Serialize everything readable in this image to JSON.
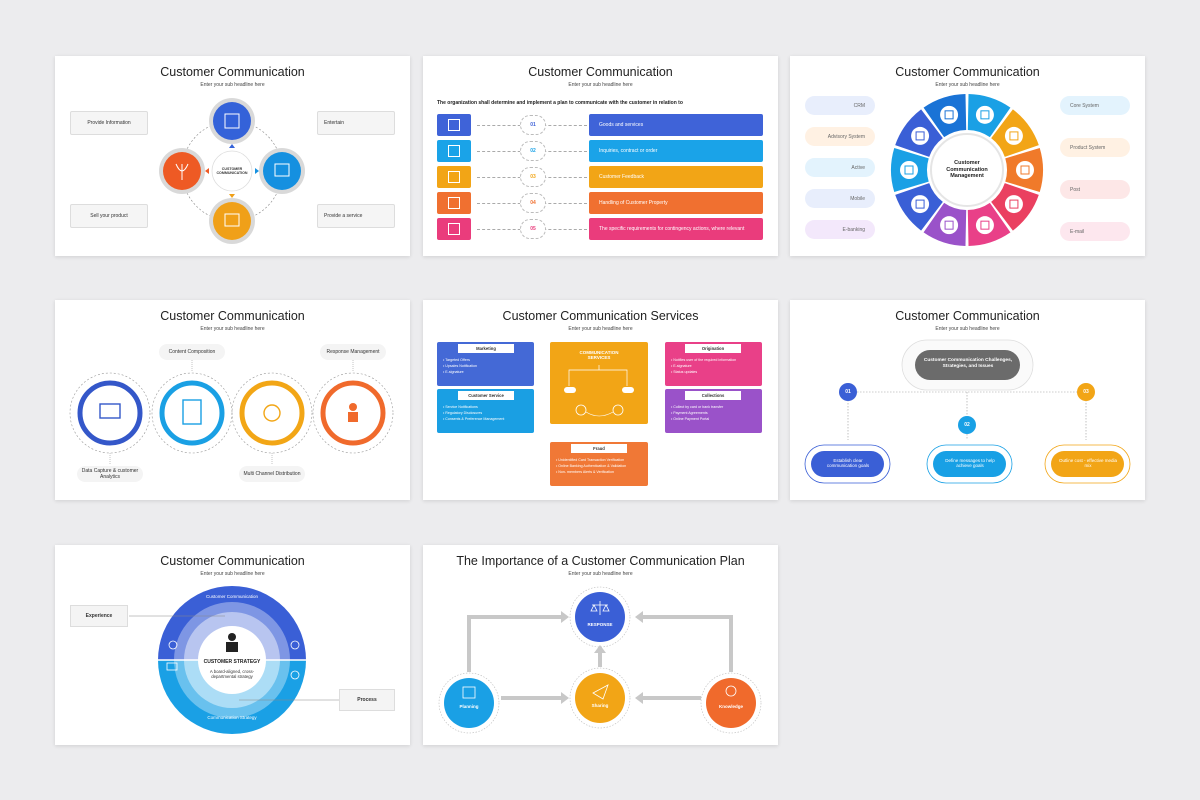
{
  "common": {
    "title": "Customer Communication",
    "subtitle": "Enter your sub headline here"
  },
  "slide1": {
    "center": "CUSTOMER COMMUNICATION",
    "labels": [
      "Provide Information",
      "Entertain",
      "Sell your product",
      "Provide a service"
    ]
  },
  "slide2": {
    "intro": "The organization shall determine and implement a plan to communicate with the customer in relation to",
    "rows": [
      {
        "num": "01",
        "text": "Goods and services",
        "color": "#3f63d8"
      },
      {
        "num": "02",
        "text": "Inquiries, contract or order",
        "color": "#1aa3e8"
      },
      {
        "num": "03",
        "text": "Customer Feedback",
        "color": "#f2a516"
      },
      {
        "num": "04",
        "text": "Handling of Customer Property",
        "color": "#f07030"
      },
      {
        "num": "05",
        "text": "The specific requirements for contingency actions, where relevant",
        "color": "#ea3c7c"
      }
    ]
  },
  "slide3": {
    "center": "Customer Communication Management",
    "left": [
      "CRM",
      "Advisory System",
      "Active",
      "Mobile",
      "E-banking"
    ],
    "right": [
      "Core System",
      "Product System",
      "Post",
      "E-mail"
    ]
  },
  "slide4": {
    "top": [
      "Content Composition",
      "Response Management"
    ],
    "bottom": [
      "Data Capture & customer Analytics",
      "Multi Channel Distribution"
    ]
  },
  "slide5": {
    "title": "Customer Communication Services",
    "center": "COMMUNICATION SERVICES",
    "marketing": {
      "head": "Marketing",
      "items": [
        "Targeted Offers",
        "Upsales Notification",
        "E-signature"
      ]
    },
    "service": {
      "head": "Customer Service",
      "items": [
        "Service Notifications",
        "Regulatory Disclosures",
        "Consents & Preference Management"
      ]
    },
    "origination": {
      "head": "Origination",
      "items": [
        "Notifies user of the required information",
        "E-signature",
        "Status updates"
      ]
    },
    "collections": {
      "head": "Collections",
      "items": [
        "Collect by card or bank transfer",
        "Payment Agreements",
        "Online Payment Portal"
      ]
    },
    "fraud": {
      "head": "Fraud",
      "items": [
        "Unidentified Card Transaction Verification",
        "Online Banking Authentication & Validation",
        "Non- members Alerts & Verification"
      ]
    }
  },
  "slide6": {
    "center": "Customer Communication Challenges, Strategies, and Issues",
    "nums": [
      "01",
      "02",
      "03"
    ],
    "boxes": [
      "Establish clear communication goals",
      "Define messages to help achieve goals",
      "Outline cost - effective media mix"
    ]
  },
  "slide7": {
    "experience": "Experience",
    "process": "Process",
    "top_arc": "Customer Communication",
    "bottom_arc": "Communication Strategy",
    "center_head": "CUSTOMER STRATEGY",
    "center_text": "A board-aligned, cross-departmental strategy"
  },
  "slide8": {
    "title": "The Importance of a Customer Communication Plan",
    "nodes": [
      "RESPONSE",
      "Planning",
      "Sharing",
      "Knowledge"
    ]
  }
}
